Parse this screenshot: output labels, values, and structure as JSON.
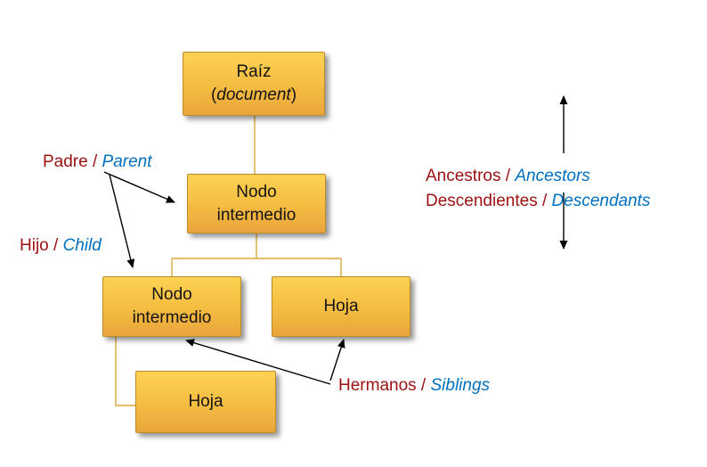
{
  "nodes": {
    "root": {
      "line1": "Raíz",
      "paren_open": "(",
      "italic_word": "document",
      "paren_close": ")"
    },
    "middle": {
      "label": "Nodo intermedio"
    },
    "lower_left": {
      "label": "Nodo intermedio"
    },
    "leaf_right": {
      "label": "Hoja"
    },
    "leaf_bottom": {
      "label": "Hoja"
    }
  },
  "labels": {
    "parent": {
      "es": "Padre /",
      "en": "Parent"
    },
    "child": {
      "es": "Hijo /",
      "en": "Child"
    },
    "ancestors": {
      "es": "Ancestros /",
      "en": "Ancestors"
    },
    "descendants": {
      "es": "Descendientes /",
      "en": "Descendants"
    },
    "siblings": {
      "es": "Hermanos /",
      "en": "Siblings"
    }
  },
  "colors": {
    "term_es": "#9C1010",
    "term_en": "#0070C0",
    "box_top": "#FCD252",
    "box_mid": "#F5BC41",
    "box_bottom": "#E9A53C",
    "box_border": "#BA8C2C",
    "connector": "#D8A83C",
    "arrow": "#000000"
  }
}
